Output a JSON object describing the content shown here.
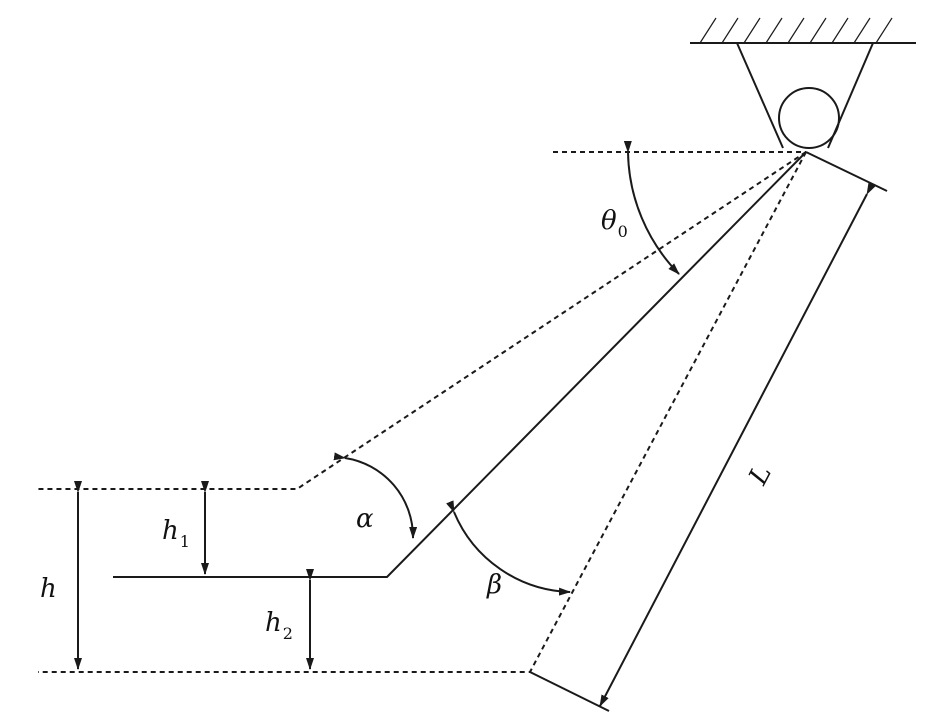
{
  "labels": {
    "theta": "θ",
    "theta_sub": "0",
    "L": "L",
    "alpha": "α",
    "beta": "β",
    "h": "h",
    "h1": "h",
    "h1_sub": "1",
    "h2": "h",
    "h2_sub": "2"
  },
  "colors": {
    "line": "#1a1a1a",
    "background": "#ffffff"
  }
}
